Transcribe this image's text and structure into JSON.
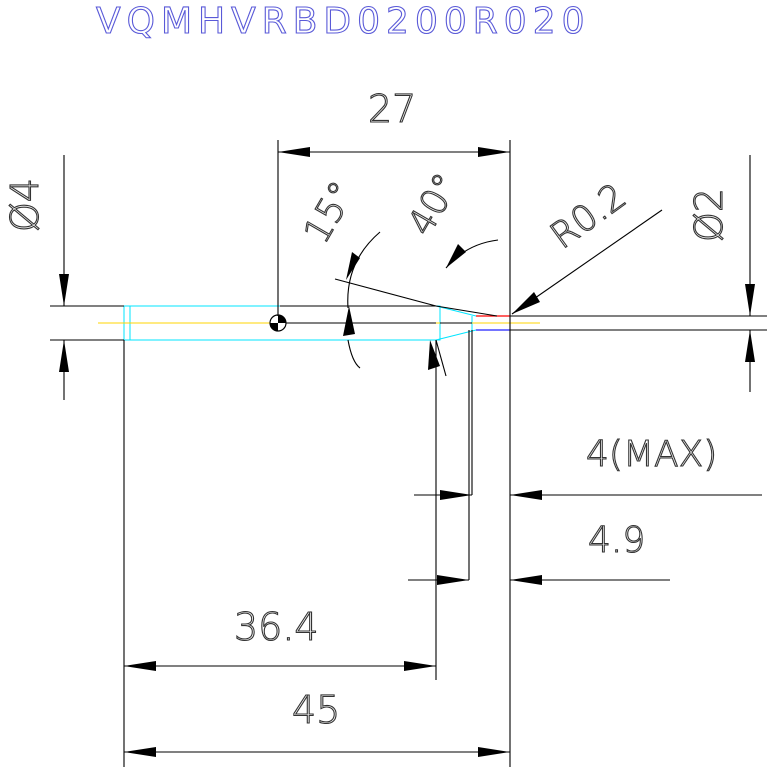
{
  "title": "VQMHVRBD0200R020",
  "dimensions": {
    "length_27": "27",
    "dia_4": "Ø4",
    "dia_2": "Ø2",
    "angle_15": "15°",
    "angle_40": "40°",
    "radius": "R0.2",
    "max_4": "4(MAX)",
    "len_4_9": "4.9",
    "len_36_4": "36.4",
    "len_45": "45"
  },
  "colors": {
    "title": "#5a5ad8",
    "lines": "#000000",
    "tool_outline": "#00e5ff",
    "centerline": "#ffd400",
    "tip": "#ff0000",
    "tip_edge": "#2222ff"
  }
}
